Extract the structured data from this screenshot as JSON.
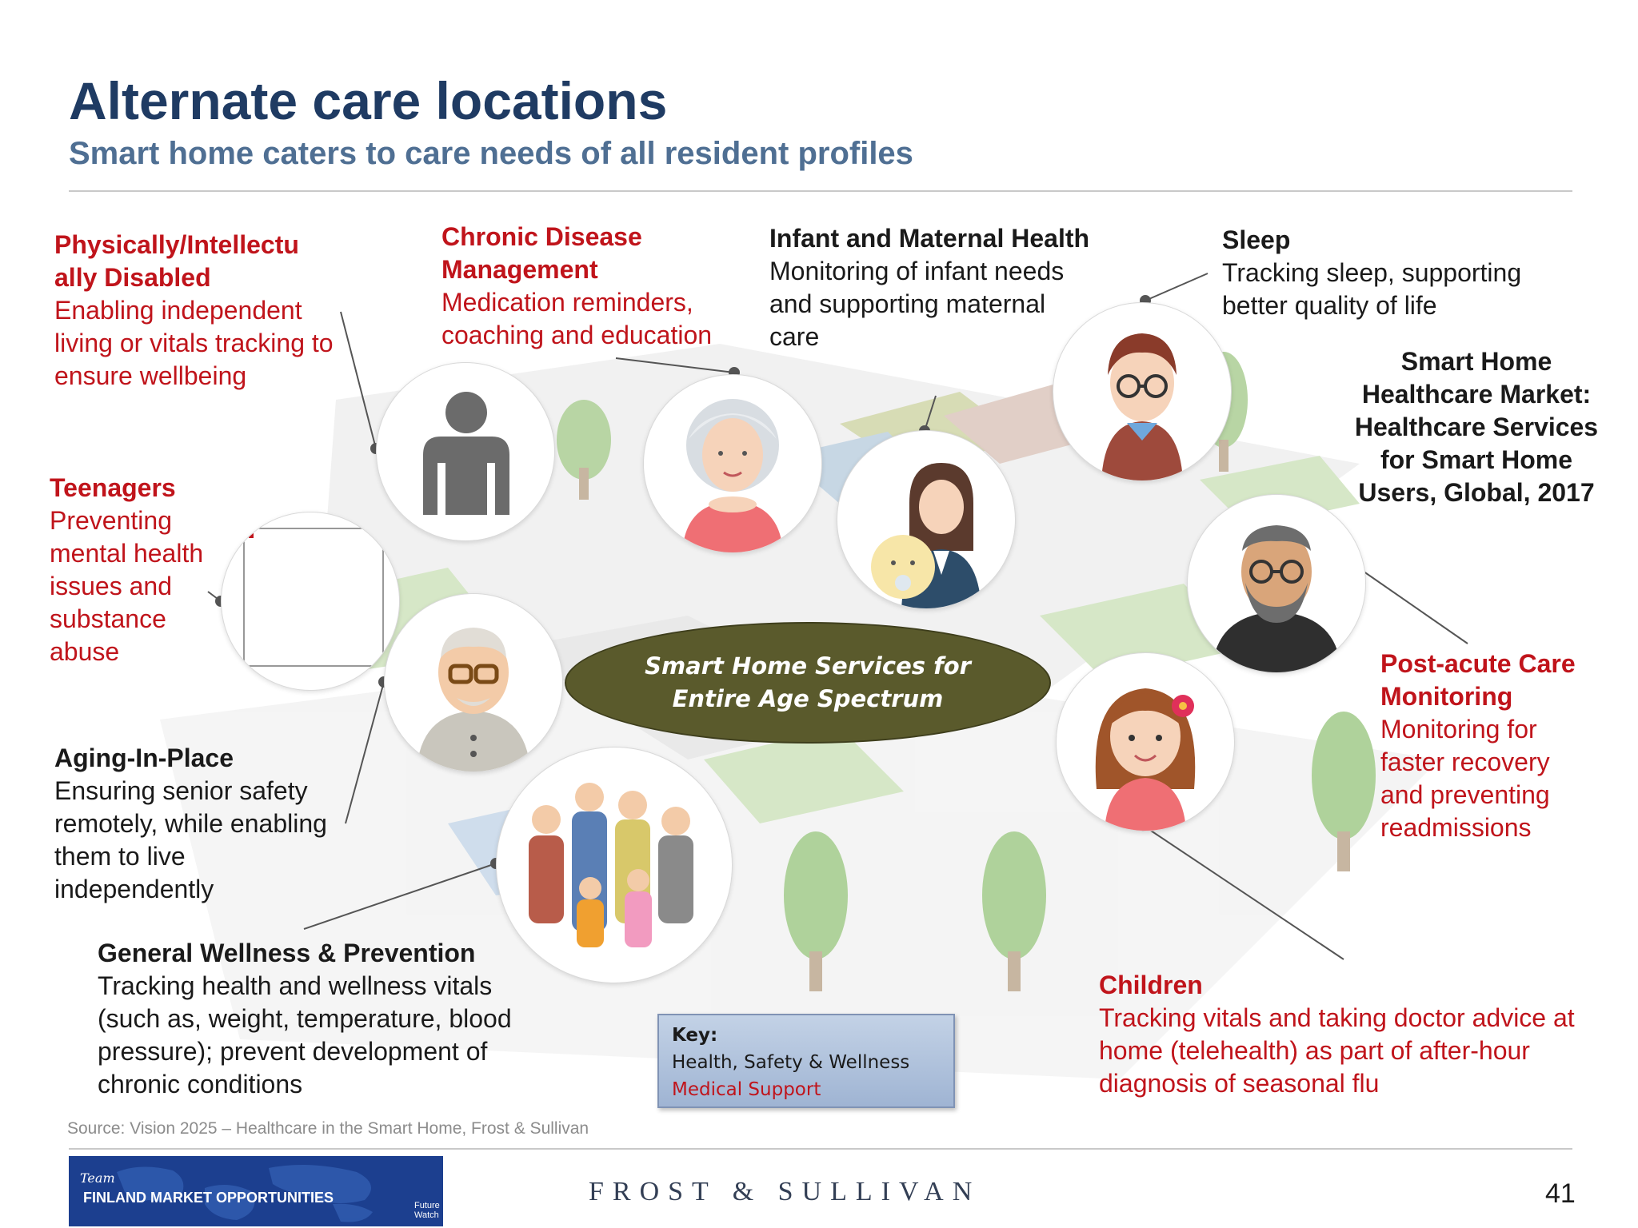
{
  "header": {
    "title": "Alternate care locations",
    "subtitle": "Smart home caters to care needs of all resident profiles"
  },
  "segments": {
    "disabled": {
      "heading": "Physically/Intellectu ally Disabled",
      "desc": "Enabling independent living or vitals tracking to ensure wellbeing"
    },
    "chronic": {
      "heading": "Chronic Disease Management",
      "desc": "Medication reminders, coaching and education"
    },
    "infant": {
      "heading": "Infant and Maternal Health",
      "desc": "Monitoring of infant needs and supporting maternal care"
    },
    "sleep": {
      "heading": "Sleep",
      "desc": "Tracking sleep, supporting better quality of life"
    },
    "teenagers": {
      "heading": "Teenagers",
      "desc": "Preventing mental health issues and substance abuse"
    },
    "aging": {
      "heading": "Aging-In-Place",
      "desc": "Ensuring senior safety remotely, while enabling them to live independently"
    },
    "wellness": {
      "heading": "General Wellness & Prevention",
      "desc": "Tracking health and wellness vitals (such as, weight, temperature, blood pressure); prevent development of chronic conditions"
    },
    "postacute": {
      "heading": "Post-acute Care Monitoring",
      "desc": "Monitoring for faster recovery and preventing readmissions"
    },
    "children": {
      "heading": "Children",
      "desc": "Tracking vitals and taking doctor advice at home (telehealth) as part of after-hour diagnosis of seasonal flu"
    }
  },
  "market_label": "Smart Home Healthcare Market: Healthcare Services for Smart Home Users, Global, 2017",
  "center": {
    "line1": "Smart Home Services for",
    "line2": "Entire Age Spectrum"
  },
  "key": {
    "title": "Key:",
    "item1": "Health, Safety & Wellness",
    "item2": "Medical Support"
  },
  "source": "Source: Vision 2025 – Healthcare in the Smart Home, Frost & Sullivan",
  "footer": {
    "logo_team": "Team",
    "logo_text": "FINLAND MARKET OPPORTUNITIES",
    "logo_future": "Future Watch",
    "brand": "FROST & SULLIVAN",
    "page_number": "41"
  },
  "colors": {
    "title": "#1f3b63",
    "subtitle": "#4f6f93",
    "medical": "#c0141b",
    "wellness": "#1a1a1a",
    "center_fill": "#5a5a2c"
  }
}
